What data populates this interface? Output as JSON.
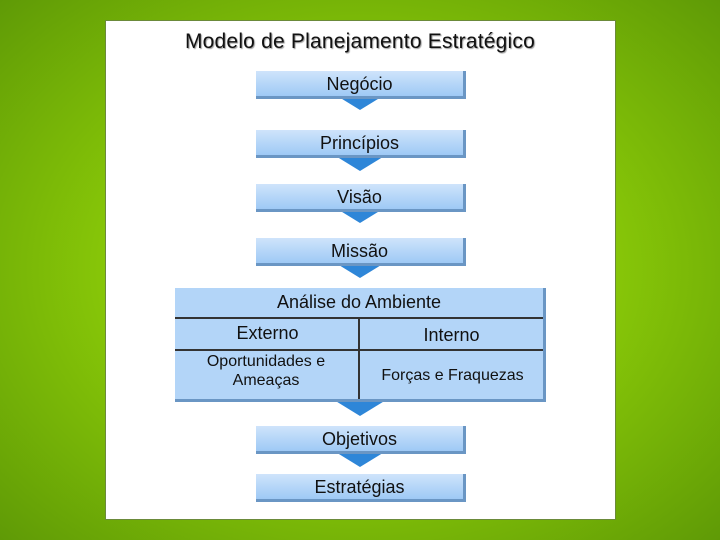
{
  "title": "Modelo de Planejamento Estratégico",
  "steps": [
    "Negócio",
    "Princípios",
    "Visão",
    "Missão"
  ],
  "analise": {
    "title": "Análise do Ambiente",
    "externo": "Externo",
    "interno": "Interno",
    "oportunidades": "Oportunidades e Ameaças",
    "forcas": "Forças e Fraquezas"
  },
  "bottom_steps": [
    "Objetivos",
    "Estratégias"
  ],
  "colors": {
    "box": "#b3d5f8",
    "arrow": "#2e86d8",
    "background": "#8fcf08"
  }
}
